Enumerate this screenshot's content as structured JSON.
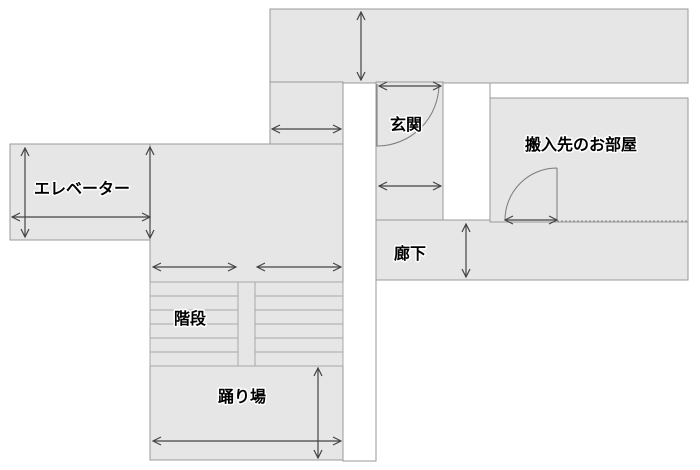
{
  "labels": {
    "elevator": "エレベーター",
    "stairs": "階段",
    "landing": "踊り場",
    "entrance": "玄関",
    "corridor": "廊下",
    "destination_room": "搬入先のお部屋"
  },
  "colors": {
    "room_fill": "#e6e6e6",
    "wall_stroke": "#9a9a9a",
    "dimension_arrow": "#444444"
  }
}
